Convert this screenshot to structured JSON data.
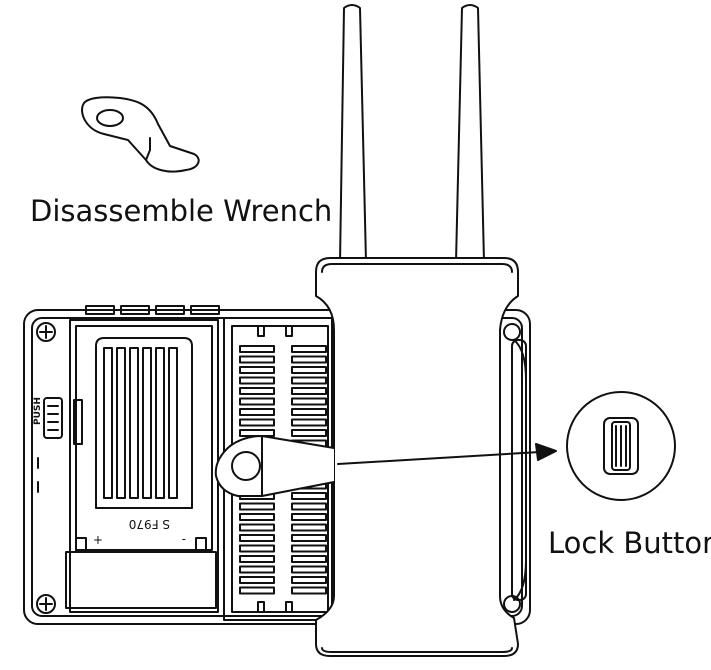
{
  "labels": {
    "wrench": "Disassemble Wrench",
    "lock": "Lock Button"
  },
  "device_marks": {
    "battery_model": "S F970",
    "plus": "+",
    "minus": "-",
    "push": "PUSH"
  },
  "colors": {
    "stroke": "#111111",
    "background": "#ffffff"
  }
}
